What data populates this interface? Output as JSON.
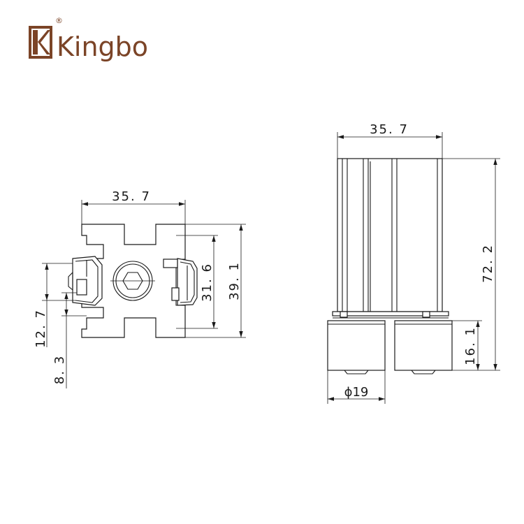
{
  "brand": {
    "name": "Kingbo",
    "registered_mark": "®",
    "color": "#7b4427"
  },
  "front_view": {
    "width_label": "35. 7",
    "inner_height_label": "31. 6",
    "outer_height_label": "39. 1",
    "slot_offset_label": "12. 7",
    "bottom_offset_label": "8. 3"
  },
  "side_view": {
    "width_label": "35. 7",
    "total_height_label": "72. 2",
    "foot_height_label": "16. 1",
    "foot_diameter_label": "ϕ19"
  }
}
